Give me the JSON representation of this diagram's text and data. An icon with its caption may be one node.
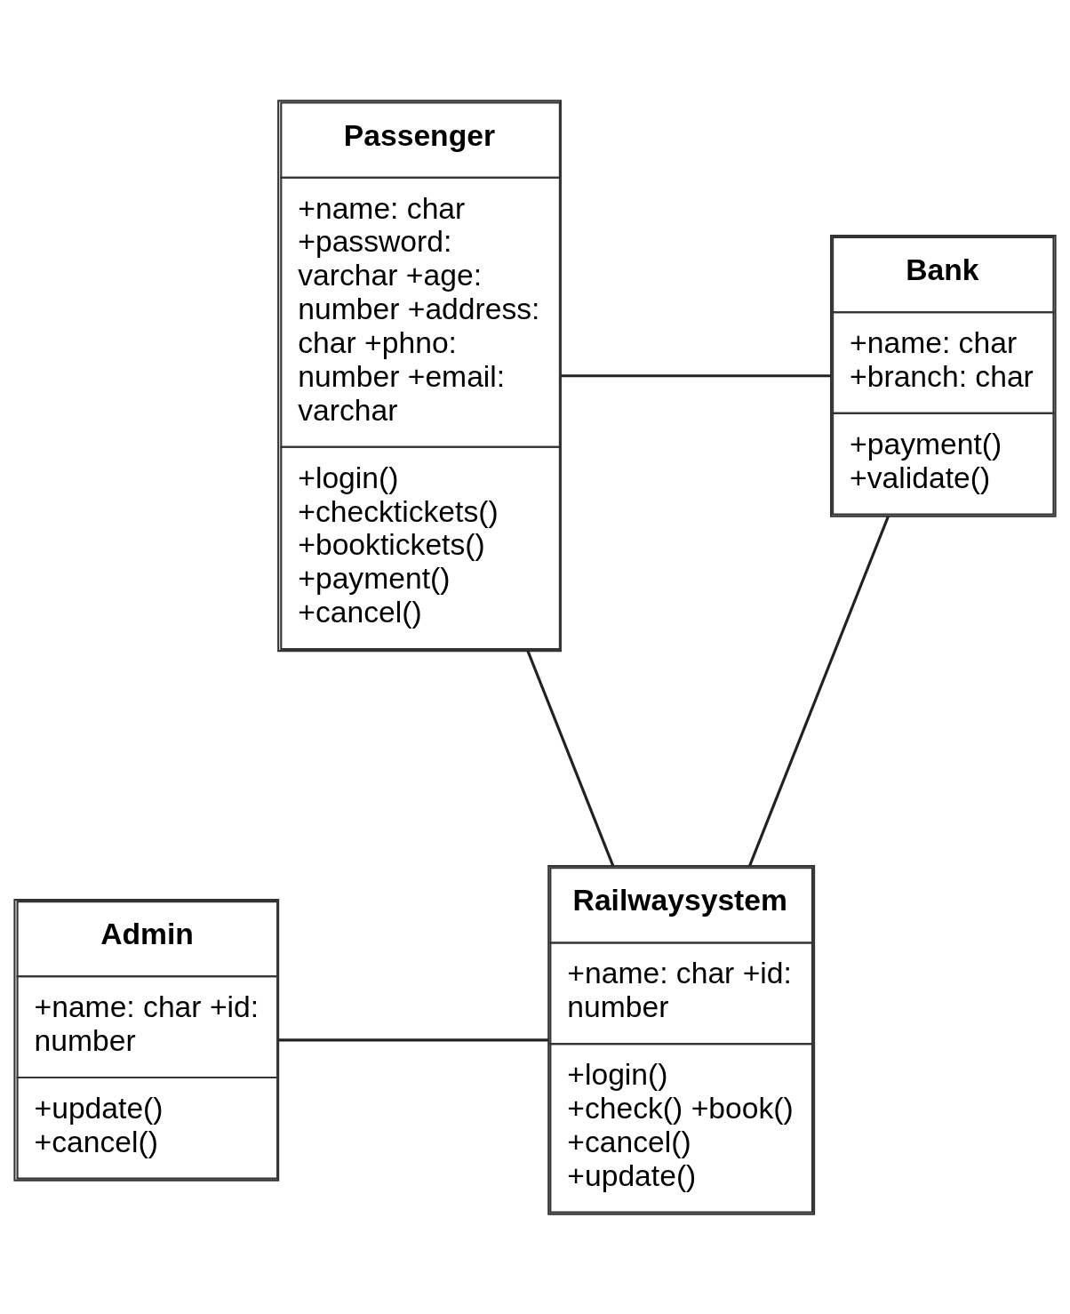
{
  "diagram": {
    "nodes": [
      {
        "text": [
          "Passenger",
          "+name: char +password: varchar +age: number +address: char +phno: number +email: varchar",
          "+login() +checktickets() +booktickets() +payment() +cancel()"
        ]
      },
      {
        "text": [
          "Bank",
          "+name: char +branch: char",
          "+payment() +validate()"
        ]
      },
      {
        "text": [
          "Admin",
          "+name: char +id: number",
          "+update() +cancel()"
        ]
      },
      {
        "text": [
          "Railwaysystem",
          "+name: char +id: number",
          "+login() +check() +book() +cancel() +update()"
        ]
      }
    ],
    "edges": [
      {
        "from": 0,
        "to": 1,
        "arrow": "none"
      },
      {
        "from": 0,
        "to": 3,
        "arrow": "none"
      },
      {
        "from": 1,
        "to": 3,
        "arrow": "none"
      },
      {
        "from": 2,
        "to": 3,
        "arrow": "none"
      }
    ]
  }
}
